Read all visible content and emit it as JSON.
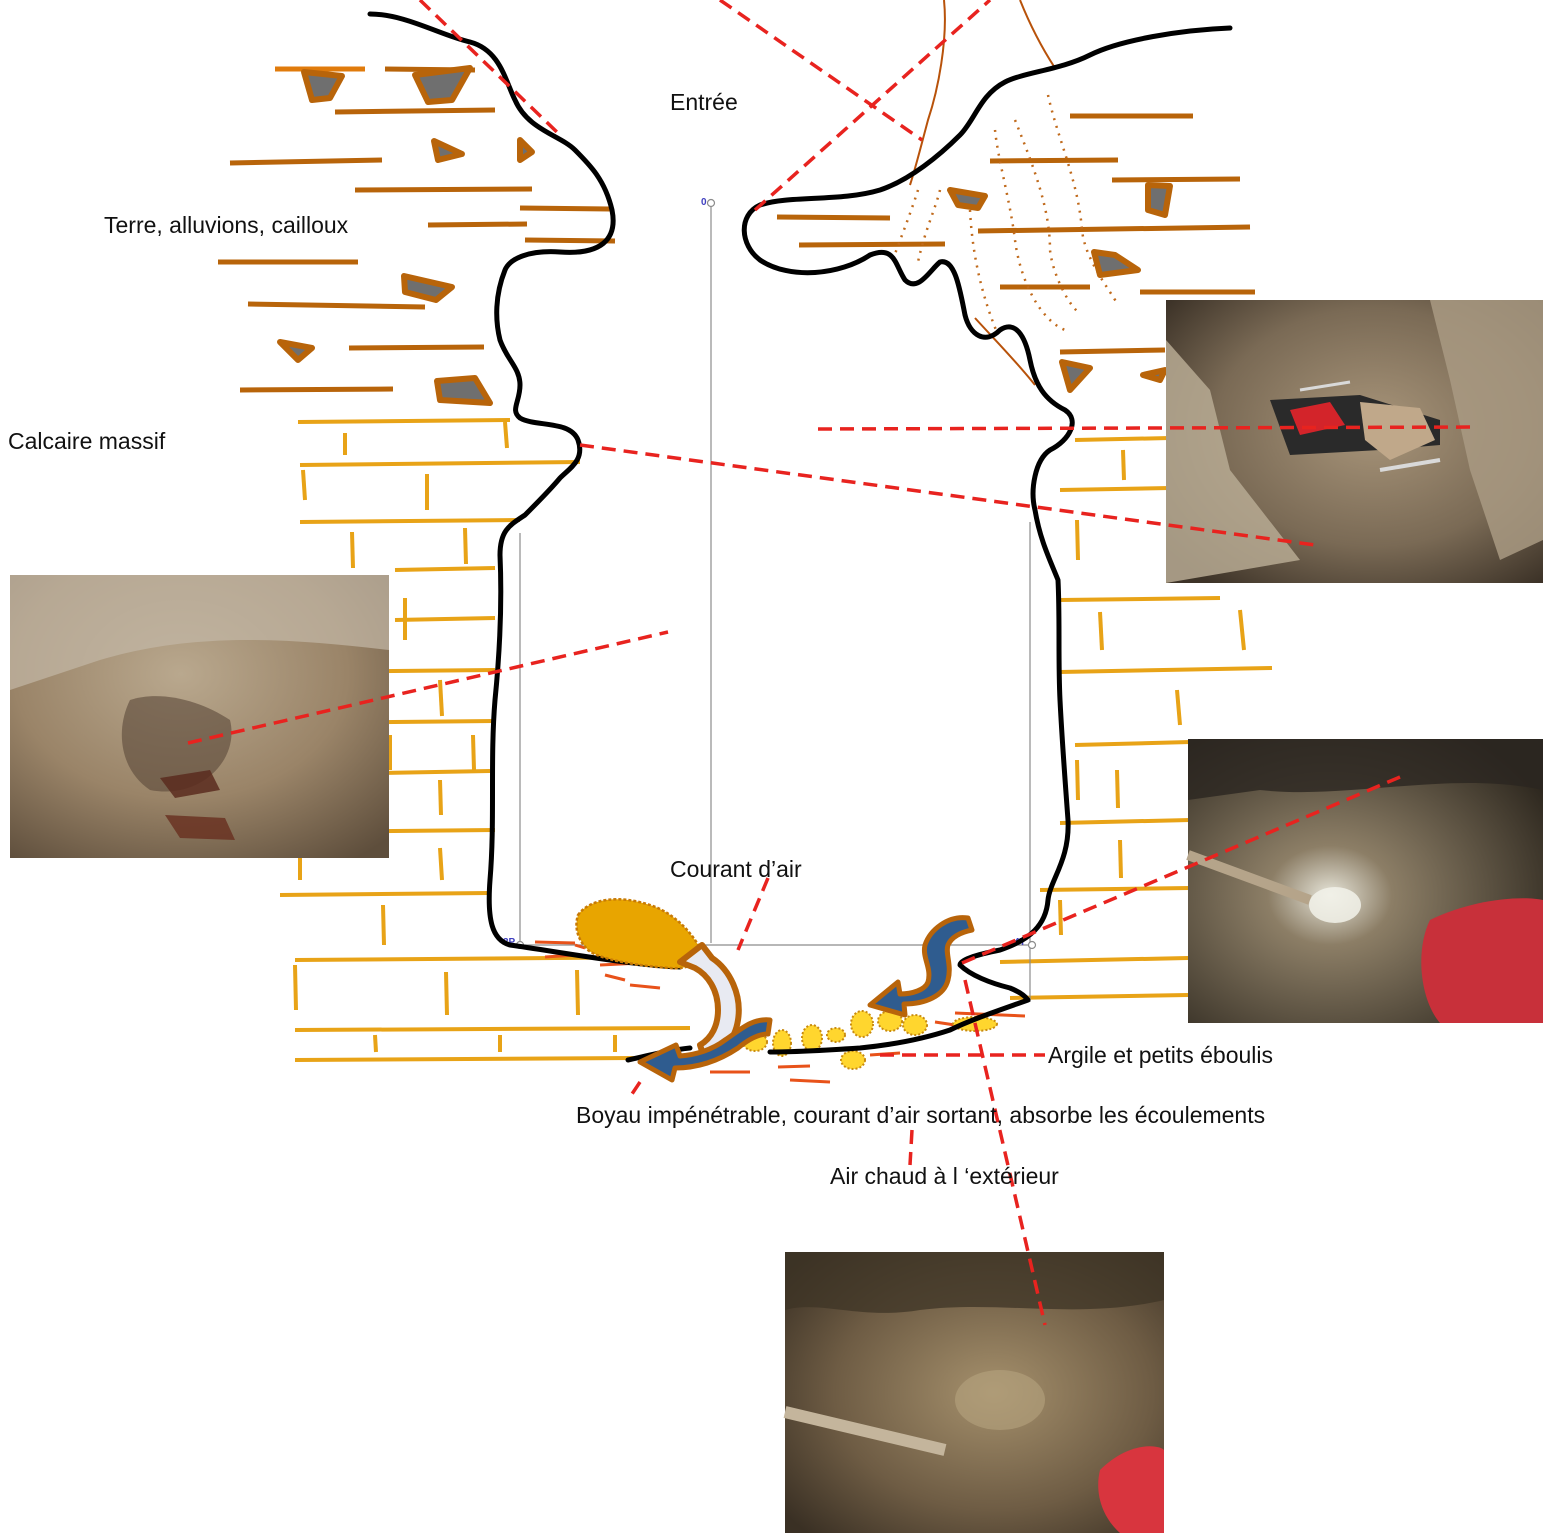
{
  "labels": {
    "entree": "Entrée",
    "terre": "Terre, alluvions, cailloux",
    "calcaire": "Calcaire massif",
    "courant": "Courant d’air",
    "argile": "Argile et petits éboulis",
    "boyau": "Boyau impénétrable, courant d’air sortant, absorbe les écoulements",
    "air_chaud": "Air chaud à l ‘extérieur"
  },
  "survey_marks": {
    "top": "0",
    "left": "3P",
    "right": "4T"
  },
  "photos": [
    {
      "name": "photo-entrance-boots"
    },
    {
      "name": "photo-cave-wall-left"
    },
    {
      "name": "photo-narrow-crawl-right"
    },
    {
      "name": "photo-bottom-crawl"
    }
  ],
  "colors": {
    "cave_outline": "#000000",
    "leader_lines": "#e8231f",
    "limestone": "#e8a317",
    "soil_strata": "#b8640a",
    "stones": "#6e6e6e",
    "clay": "#ffd62e",
    "air_arrow": "#2f5c8f",
    "air_inflow": "#e8a500",
    "warm_air": "#e8eaf2",
    "photo_tone": "#8a7555"
  }
}
